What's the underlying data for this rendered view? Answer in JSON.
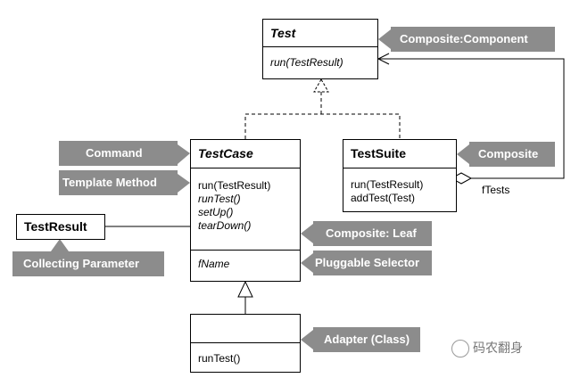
{
  "classes": {
    "test": {
      "name": "Test",
      "ops": [
        "run(TestResult)"
      ]
    },
    "testcase": {
      "name": "TestCase",
      "ops": [
        "run(TestResult)",
        "runTest()",
        "setUp()",
        "tearDown()"
      ],
      "fields": [
        "fName"
      ]
    },
    "testsuite": {
      "name": "TestSuite",
      "ops": [
        "run(TestResult)",
        "addTest(Test)"
      ]
    },
    "testresult": {
      "name": "TestResult"
    },
    "adapter": {
      "name": "",
      "ops": [
        "runTest()"
      ]
    }
  },
  "tags": {
    "composite_component": "Composite:Component",
    "command": "Command",
    "template_method": "Template Method",
    "composite": "Composite",
    "composite_leaf": "Composite: Leaf",
    "pluggable_selector": "Pluggable Selector",
    "collecting_parameter": "Collecting Parameter",
    "adapter_class": "Adapter (Class)"
  },
  "association_label": "fTests",
  "watermark": "码农翻身",
  "colors": {
    "tag_bg": "#8c8c8c",
    "tag_text": "#ffffff",
    "line": "#000000"
  }
}
